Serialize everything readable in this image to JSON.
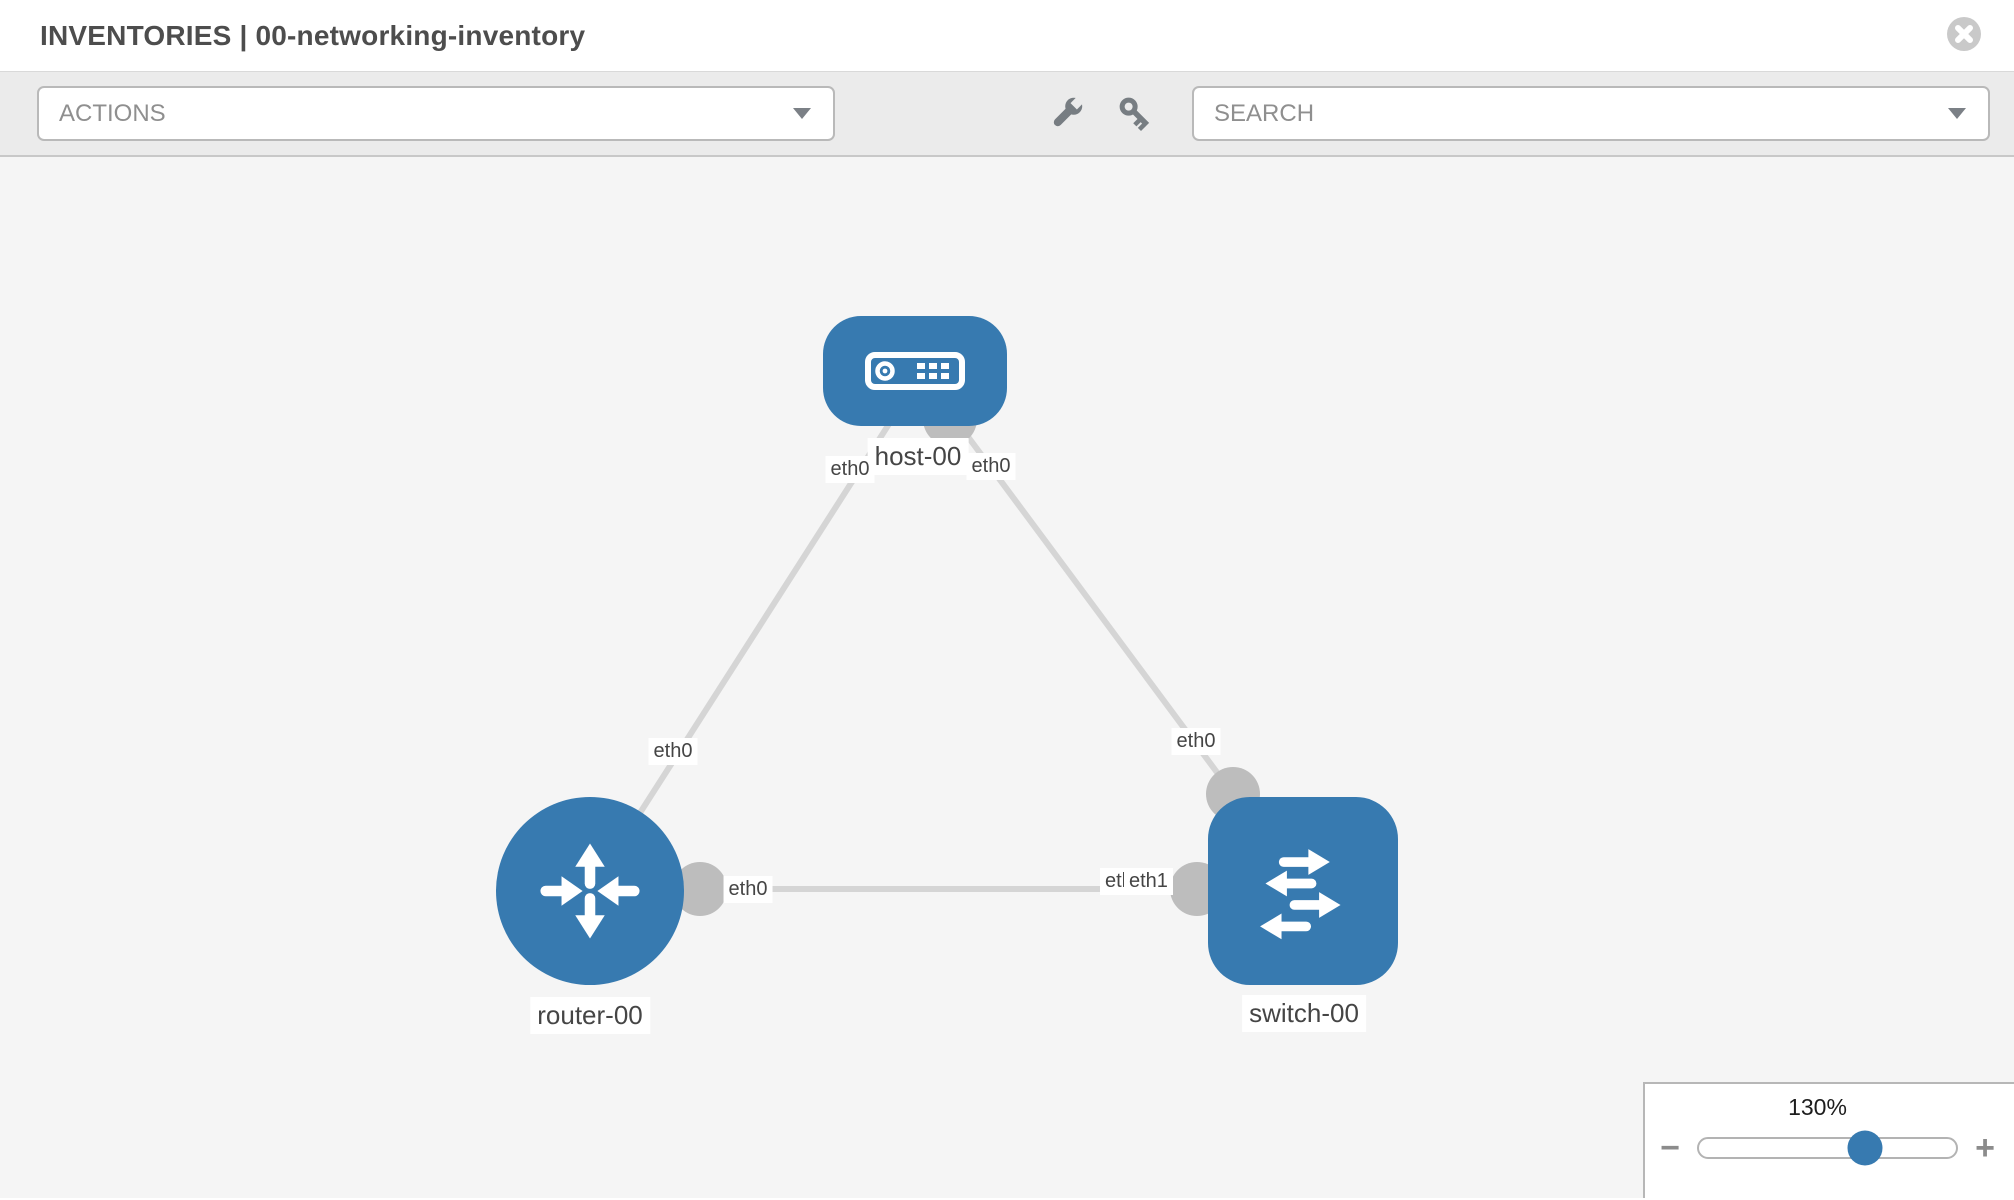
{
  "header": {
    "title": "INVENTORIES | 00-networking-inventory",
    "close_icon": "times-circle"
  },
  "toolbar": {
    "actions_label": "ACTIONS",
    "search_label": "SEARCH",
    "icons": [
      "wrench",
      "key"
    ]
  },
  "canvas": {
    "nodes": [
      {
        "id": "host-00",
        "type": "host",
        "label": "host-00"
      },
      {
        "id": "router-00",
        "type": "router",
        "label": "router-00"
      },
      {
        "id": "switch-00",
        "type": "switch",
        "label": "switch-00"
      }
    ],
    "links": [
      {
        "from": "host-00",
        "from_interface": "eth0",
        "to": "router-00",
        "to_interface": "eth0"
      },
      {
        "from": "host-00",
        "from_interface": "eth0",
        "to": "switch-00",
        "to_interface": "eth0"
      },
      {
        "from": "router-00",
        "from_interface": "eth0",
        "to": "switch-00",
        "to_interface": "eth1",
        "to_interface_overlapped": "eth0"
      }
    ]
  },
  "zoom": {
    "level": "130%",
    "minus_label": "−",
    "plus_label": "+"
  },
  "colors": {
    "node_blue": "#377ab0",
    "link_gray": "#d5d5d5",
    "dot_gray": "#bdbdbd",
    "canvas_bg": "#f5f5f5",
    "toolbar_bg": "#ebebeb"
  }
}
